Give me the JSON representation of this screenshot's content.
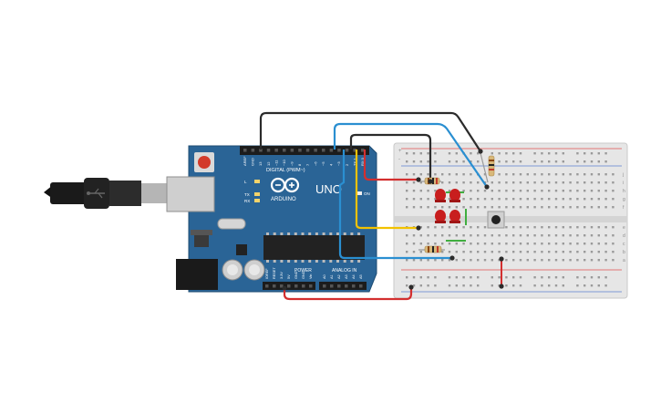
{
  "board": {
    "brand": "ARDUINO",
    "model": "UNO",
    "digital_label": "DIGITAL (PWM~)",
    "power_label": "POWER",
    "analog_label": "ANALOG IN",
    "on_label": "ON",
    "led_labels": {
      "l": "L",
      "tx": "TX",
      "rx": "RX"
    },
    "top_pins": [
      "AREF",
      "GND",
      "13",
      "12",
      "~11",
      "~10",
      "~9",
      "8",
      "7",
      "~6",
      "~5",
      "4",
      "~3",
      "2",
      "TX 1",
      "RX 0"
    ],
    "power_pins": [
      "IOREF",
      "RESET",
      "3.3V",
      "5V",
      "GND",
      "GND",
      "Vin"
    ],
    "analog_pins": [
      "A0",
      "A1",
      "A2",
      "A3",
      "A4",
      "A5"
    ]
  },
  "breadboard": {
    "row_letters_top": [
      "j",
      "i",
      "h",
      "g",
      "f"
    ],
    "row_letters_bottom": [
      "e",
      "d",
      "c",
      "b",
      "a"
    ],
    "rail_plus": "+",
    "rail_minus": "-"
  },
  "colors": {
    "board": "#2a6496",
    "wire_black": "#2b2b2b",
    "wire_blue": "#2a8fd1",
    "wire_red": "#d32f2f",
    "wire_yellow": "#f2c200",
    "wire_green": "#3fae3f",
    "led_red": "#c81e1e"
  },
  "components": {
    "leds": 4,
    "resistors": 3,
    "pushbuttons": 1
  }
}
